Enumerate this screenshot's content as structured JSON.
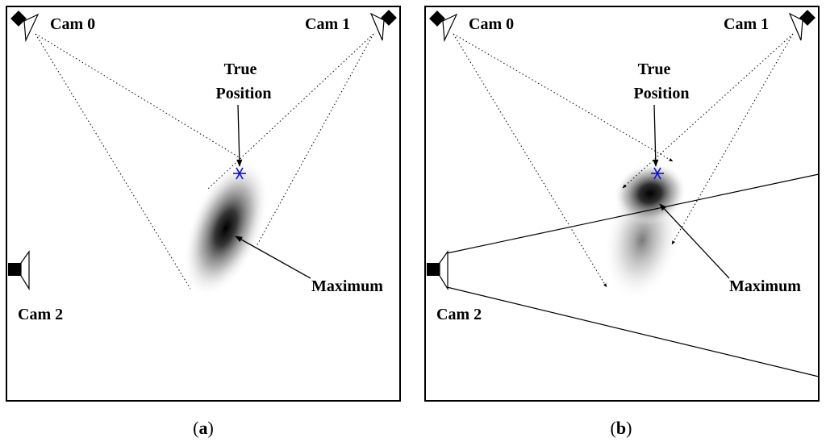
{
  "panels": [
    {
      "caption_letter": "a",
      "cam0": "Cam 0",
      "cam1": "Cam 1",
      "cam2": "Cam 2",
      "true_position": [
        "True",
        "Position"
      ],
      "maximum": "Maximum"
    },
    {
      "caption_letter": "b",
      "cam0": "Cam 0",
      "cam1": "Cam 1",
      "cam2": "Cam 2",
      "true_position": [
        "True",
        "Position"
      ],
      "maximum": "Maximum"
    }
  ],
  "colors": {
    "frame": "#000000",
    "true_position_marker": "#1010d0",
    "blob_core": "#000000"
  },
  "icons": {
    "camera": "camera-icon",
    "true_position_marker": "star-marker-icon"
  }
}
